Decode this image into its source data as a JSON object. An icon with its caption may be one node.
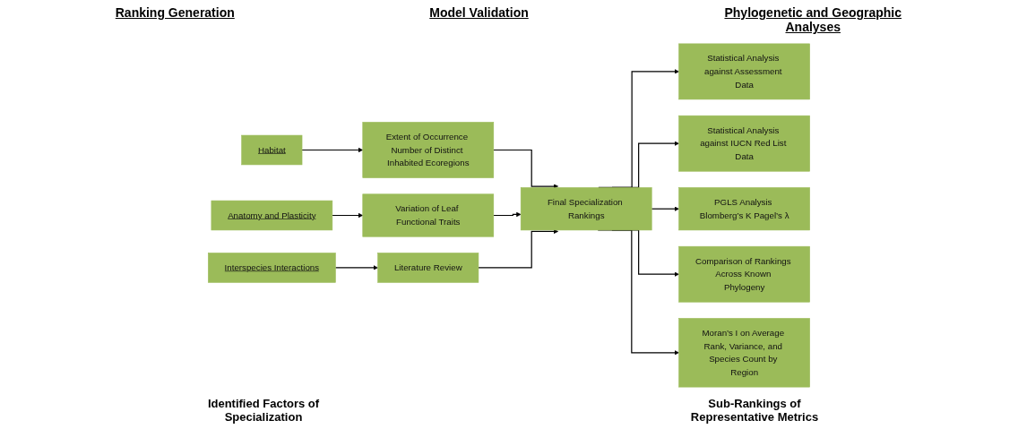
{
  "diagram": {
    "nodes": [
      {
        "text": [
          "Habitat"
        ]
      },
      {
        "text": [
          "Anatomy and Plasticity"
        ]
      },
      {
        "text": [
          "Interspecies Interactions"
        ]
      },
      {
        "text": [
          "Extent of Occurrence Number of Distinct Inhabited Ecoregions"
        ]
      },
      {
        "text": [
          "Variation of Leaf Functional Traits"
        ]
      },
      {
        "text": [
          "Literature Review"
        ]
      },
      {
        "text": [
          "Final Specialization Rankings"
        ]
      },
      {
        "text": [
          "Statistical Analysis against Assessment Data"
        ]
      },
      {
        "text": [
          "Statistical Analysis against IUCN Red List Data"
        ]
      },
      {
        "text": [
          "PGLS Analysis Blomberg’s K Pagel’s λ"
        ]
      },
      {
        "text": [
          "Comparison of Rankings Across Known Phylogeny"
        ]
      },
      {
        "text": [
          "Moran’s I on Average Rank, Variance, and Species Count by Region"
        ]
      }
    ],
    "edges": [
      {
        "from": 0,
        "to": 3,
        "arrow": "to"
      },
      {
        "from": 1,
        "to": 4,
        "arrow": "to"
      },
      {
        "from": 2,
        "to": 5,
        "arrow": "to"
      },
      {
        "from": 3,
        "to": 6,
        "arrow": "to"
      },
      {
        "from": 4,
        "to": 6,
        "arrow": "to"
      },
      {
        "from": 5,
        "to": 6,
        "arrow": "to"
      },
      {
        "from": 6,
        "to": 7,
        "arrow": "to"
      },
      {
        "from": 6,
        "to": 8,
        "arrow": "to"
      },
      {
        "from": 6,
        "to": 9,
        "arrow": "to"
      },
      {
        "from": 6,
        "to": 10,
        "arrow": "to"
      },
      {
        "from": 6,
        "to": 11,
        "arrow": "to"
      }
    ],
    "labels": [
      "Ranking Generation",
      "Model Validation",
      "Phylogenetic and Geographic Analyses",
      "Identified Factors of Specialization",
      "Sub-Rankings of Representative Metrics"
    ]
  }
}
